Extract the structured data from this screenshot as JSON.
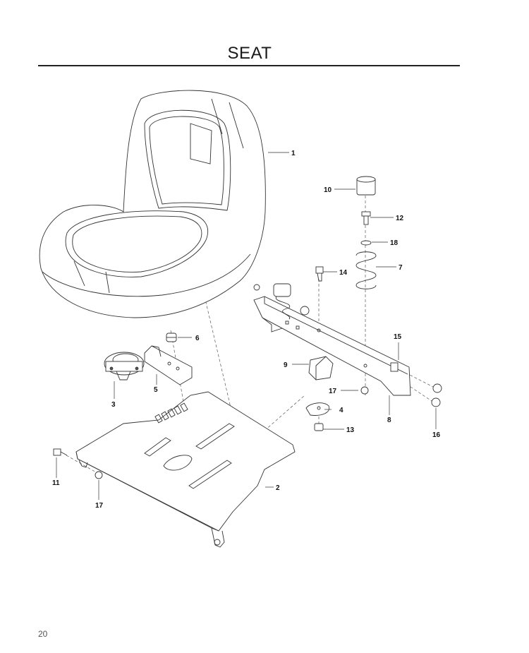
{
  "header": {
    "title": "SEAT"
  },
  "footer": {
    "page_number": "20"
  },
  "callouts": [
    {
      "id": "c1",
      "label": "1"
    },
    {
      "id": "c2",
      "label": "2"
    },
    {
      "id": "c3",
      "label": "3"
    },
    {
      "id": "c4",
      "label": "4"
    },
    {
      "id": "c5",
      "label": "5"
    },
    {
      "id": "c6",
      "label": "6"
    },
    {
      "id": "c7",
      "label": "7"
    },
    {
      "id": "c8",
      "label": "8"
    },
    {
      "id": "c9",
      "label": "9"
    },
    {
      "id": "c10",
      "label": "10"
    },
    {
      "id": "c11",
      "label": "11"
    },
    {
      "id": "c12",
      "label": "12"
    },
    {
      "id": "c13",
      "label": "13"
    },
    {
      "id": "c14",
      "label": "14"
    },
    {
      "id": "c15",
      "label": "15"
    },
    {
      "id": "c16",
      "label": "16"
    },
    {
      "id": "c17a",
      "label": "17"
    },
    {
      "id": "c17b",
      "label": "17"
    },
    {
      "id": "c18",
      "label": "18"
    }
  ]
}
